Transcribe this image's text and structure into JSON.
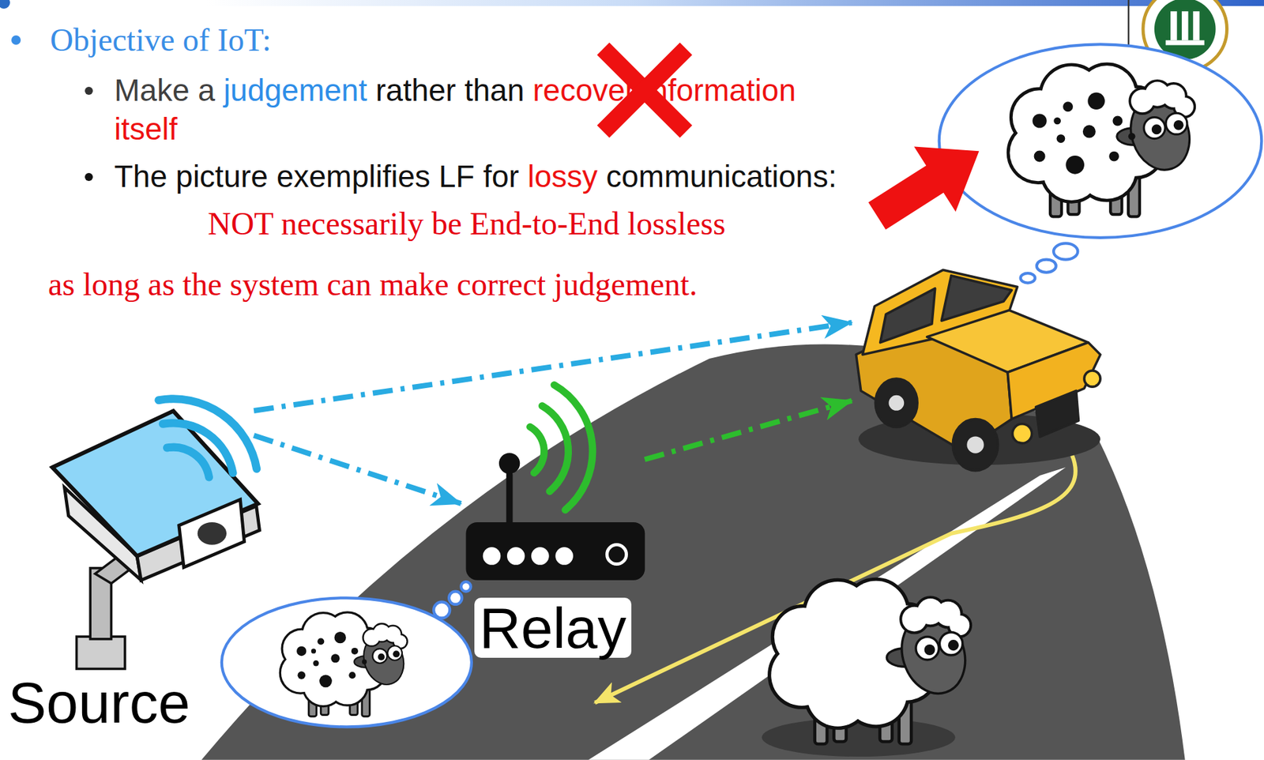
{
  "diagram": {
    "title": "Objective of IoT:",
    "nodes": [
      {
        "text": [
          "Source"
        ]
      },
      {
        "text": [
          "Relay"
        ]
      },
      {
        "text": []
      }
    ],
    "edges": [
      {
        "from": 0,
        "to": 1,
        "arrow": "to"
      },
      {
        "from": 0,
        "to": 2,
        "arrow": "to"
      },
      {
        "from": 1,
        "to": 2,
        "arrow": "to"
      }
    ],
    "labels": [
      "Make a judgement rather than recover information itself",
      "The picture exemplifies LF for lossy communications:",
      "NOT necessarily be End-to-End lossless",
      "as long as the system can make correct judgement."
    ]
  }
}
